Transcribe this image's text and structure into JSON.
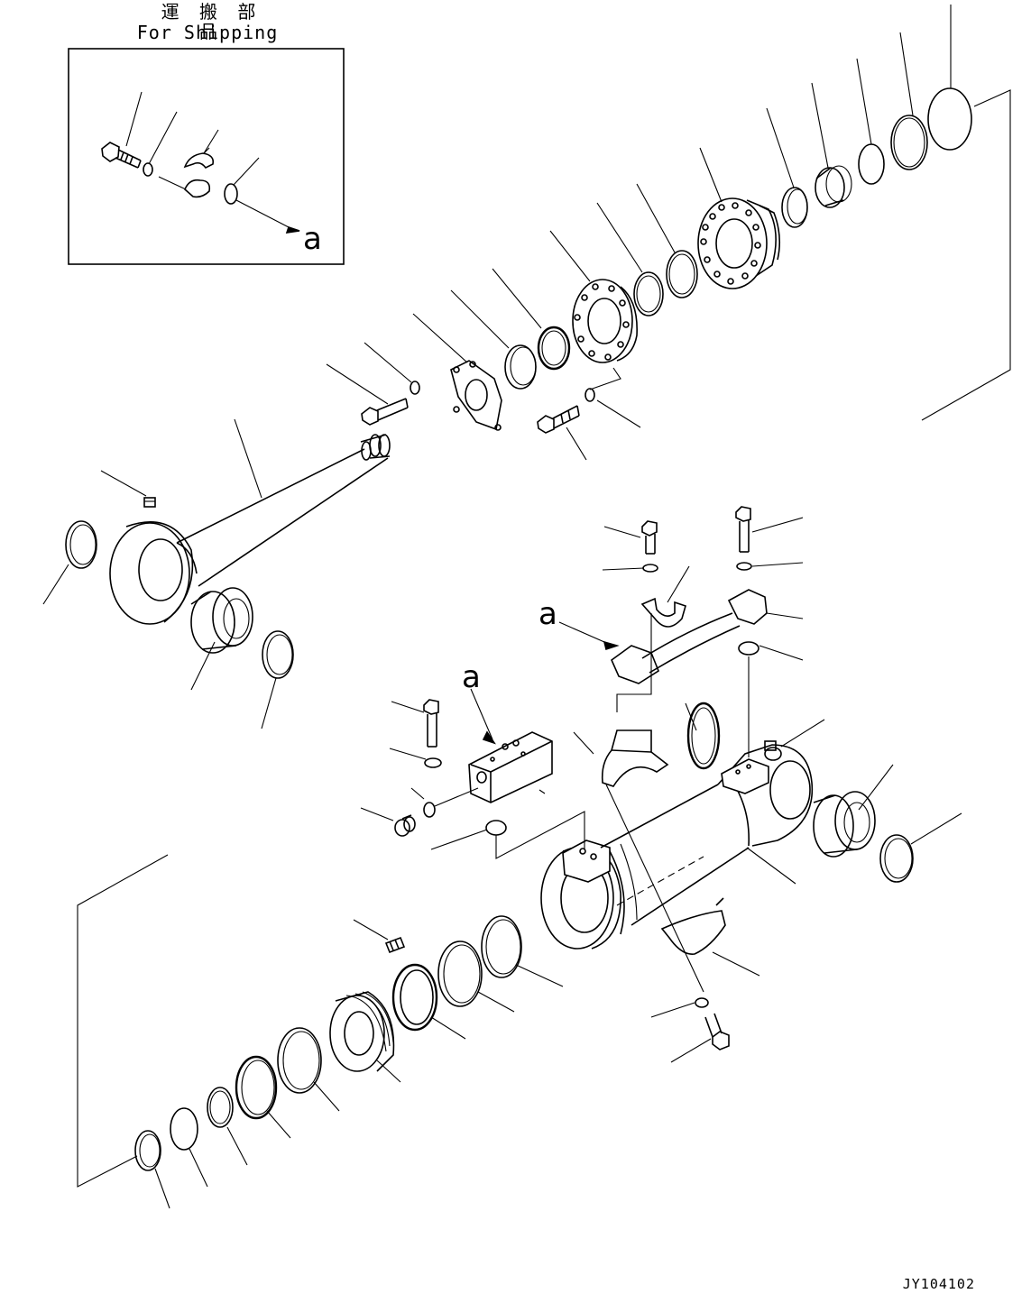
{
  "header": {
    "jp_label": "運 搬 部 品",
    "en_label": "For Shipping"
  },
  "callouts": {
    "a1": "a",
    "a2": "a",
    "a3": "a"
  },
  "footer": {
    "drawing_number": "JY104102"
  }
}
